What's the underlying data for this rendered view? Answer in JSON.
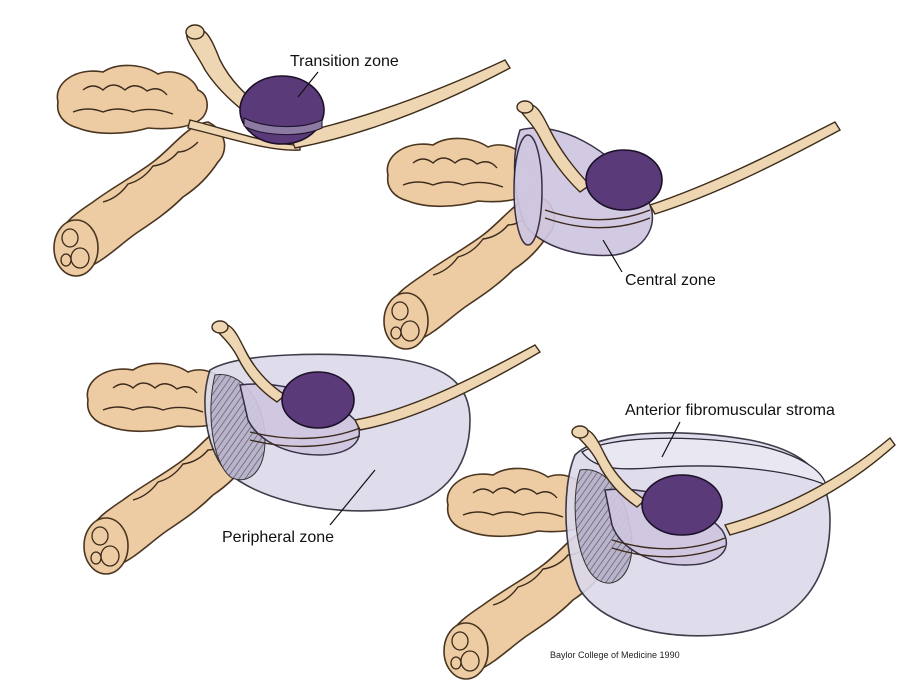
{
  "labels": {
    "transition_zone": "Transition zone",
    "central_zone": "Central zone",
    "peripheral_zone": "Peripheral zone",
    "anterior_fibromuscular_stroma": "Anterior fibromuscular stroma"
  },
  "credit": "Baylor College of Medicine 1990",
  "colors": {
    "vesicle": "#edcca3",
    "transition_zone": "#5a3a78",
    "central_zone": "#cfc6e0",
    "peripheral_zone": "#dcd9ea"
  }
}
